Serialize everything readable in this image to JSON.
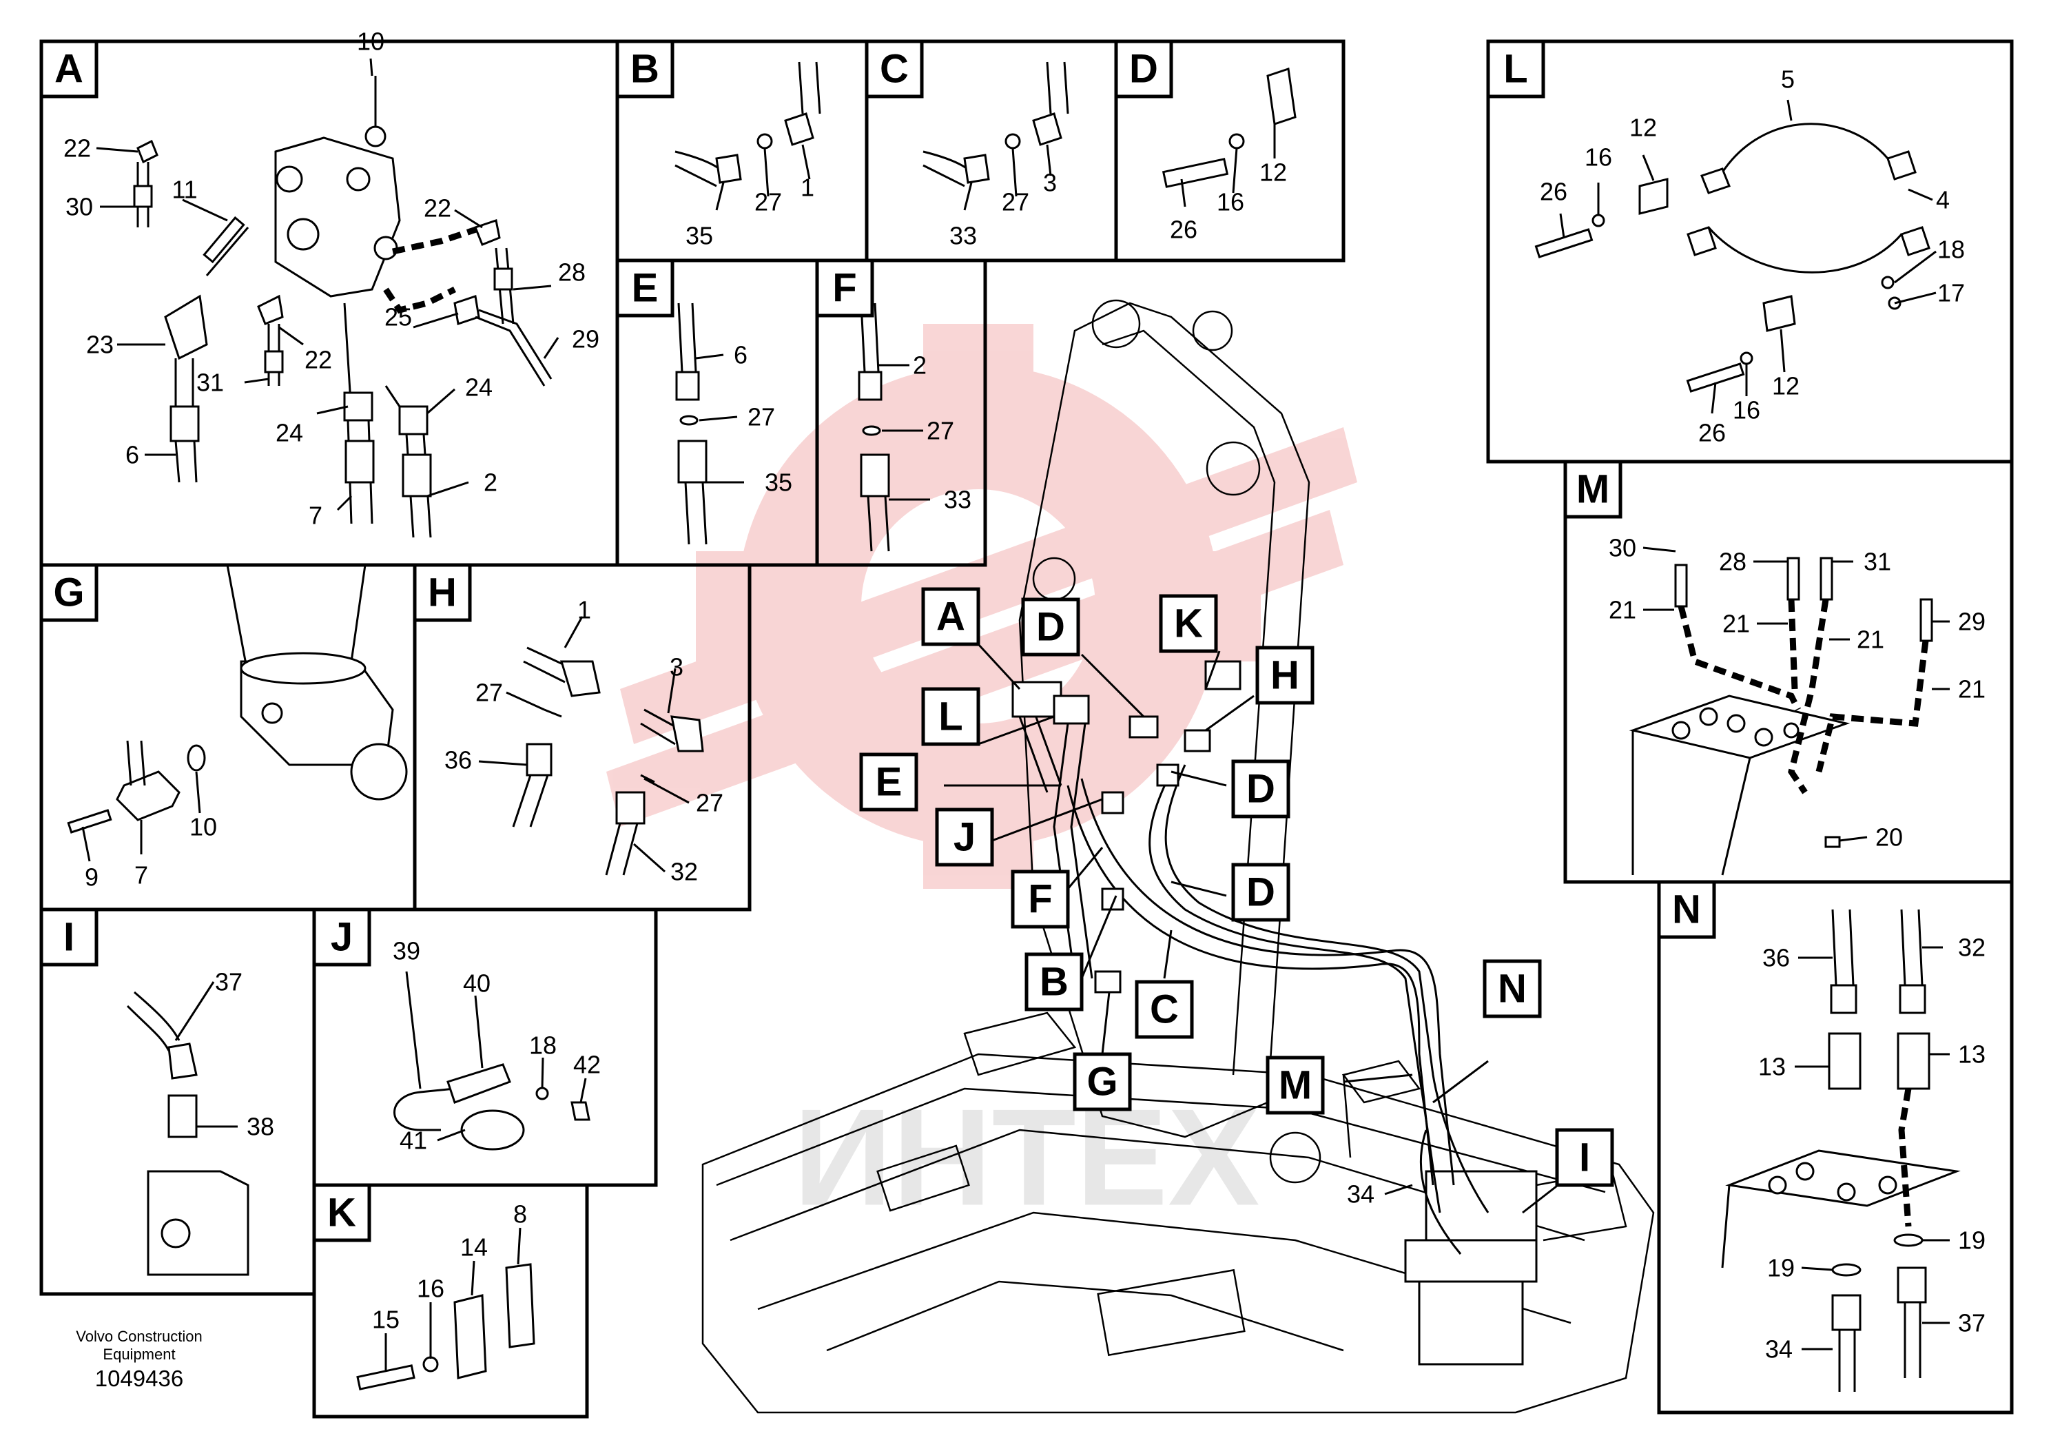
{
  "footer": {
    "company_line1": "Volvo Construction",
    "company_line2": "Equipment",
    "document_number": "1049436"
  },
  "watermark": {
    "text": "ИНТЕХ",
    "color": "#f2a6a6"
  },
  "panels": {
    "A": {
      "letter": "A",
      "callouts": [
        "10",
        "22",
        "11",
        "30",
        "22",
        "28",
        "23",
        "22",
        "25",
        "29",
        "31",
        "24",
        "24",
        "6",
        "7",
        "2"
      ]
    },
    "B": {
      "letter": "B",
      "callouts": [
        "35",
        "27",
        "1"
      ]
    },
    "C": {
      "letter": "C",
      "callouts": [
        "33",
        "27",
        "3"
      ]
    },
    "D": {
      "letter": "D",
      "callouts": [
        "26",
        "16",
        "12"
      ]
    },
    "E": {
      "letter": "E",
      "callouts": [
        "6",
        "27",
        "35"
      ]
    },
    "F": {
      "letter": "F",
      "callouts": [
        "2",
        "27",
        "33"
      ]
    },
    "G": {
      "letter": "G",
      "callouts": [
        "10",
        "9",
        "7"
      ]
    },
    "H": {
      "letter": "H",
      "callouts": [
        "1",
        "27",
        "3",
        "36",
        "27",
        "32"
      ]
    },
    "I": {
      "letter": "I",
      "callouts": [
        "37",
        "38"
      ]
    },
    "J": {
      "letter": "J",
      "callouts": [
        "39",
        "40",
        "18",
        "42",
        "41"
      ]
    },
    "K": {
      "letter": "K",
      "callouts": [
        "8",
        "14",
        "16",
        "15"
      ]
    },
    "L": {
      "letter": "L",
      "callouts": [
        "5",
        "12",
        "16",
        "26",
        "4",
        "18",
        "17",
        "26",
        "16",
        "12"
      ]
    },
    "M": {
      "letter": "M",
      "callouts": [
        "30",
        "28",
        "31",
        "21",
        "21",
        "21",
        "29",
        "21",
        "20"
      ]
    },
    "N": {
      "letter": "N",
      "callouts": [
        "36",
        "32",
        "13",
        "13",
        "19",
        "19",
        "34",
        "37"
      ]
    }
  },
  "main_view": {
    "labels": [
      "A",
      "D",
      "K",
      "H",
      "L",
      "E",
      "D",
      "J",
      "F",
      "D",
      "B",
      "C",
      "G",
      "M",
      "N",
      "I"
    ],
    "callout_34": "34"
  }
}
